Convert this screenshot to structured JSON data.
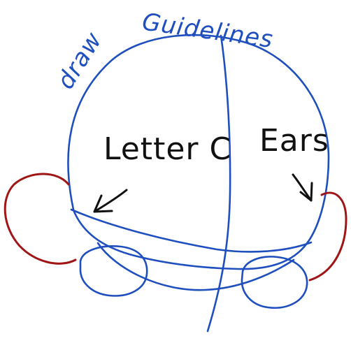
{
  "title": {
    "word1": "draw",
    "word2": "Guidelines"
  },
  "labels": {
    "letter_c": "Letter C",
    "ears": "Ears"
  },
  "colors": {
    "guideline_blue": "#1f4fbf",
    "ear_red": "#a01515",
    "label_black": "#111111",
    "background": "#ffffff"
  }
}
